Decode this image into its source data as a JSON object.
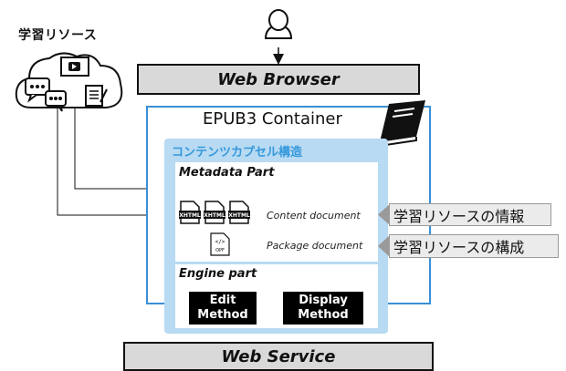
{
  "resources": {
    "title": "学習リソース",
    "icons": [
      "cloud-icon",
      "video-icon",
      "chat-icon",
      "document-icon"
    ]
  },
  "user_icon": "user-icon",
  "web_browser": "Web Browser",
  "epub": {
    "title": "EPUB3 Container",
    "icon": "book-icon",
    "capsule_title": "コンテンツカプセル構造",
    "metadata": {
      "title": "Metadata Part",
      "files": [
        "XHTML",
        "XHTML",
        "XHTML"
      ],
      "content_label": "Content document",
      "opf_label": "OPF",
      "package_label": "Package document"
    },
    "engine": {
      "title": "Engine part",
      "edit": "Edit\nMethod",
      "display": "Display\nMethod"
    }
  },
  "web_service": "Web Service",
  "tags": {
    "info": "学習リソースの情報",
    "structure": "学習リソースの構成"
  },
  "colors": {
    "container_border": "#3a8fd6",
    "capsule_fill": "#b8daf2",
    "capsule_title": "#3498db",
    "bar_fill": "#d9d9d9",
    "tag_fill": "#ebebeb",
    "method_fill": "#000000"
  }
}
